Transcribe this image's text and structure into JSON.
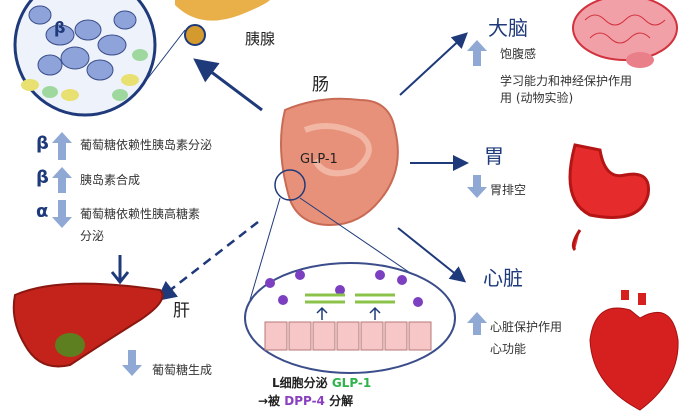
{
  "organs": {
    "pancreas": {
      "label": "胰腺"
    },
    "intestine": {
      "label": "肠",
      "hormone": "GLP-1"
    },
    "islet": {
      "cell_label": "β"
    },
    "brain": {
      "label": "大脑",
      "effects": [
        "饱腹感",
        "学习能力和神经保护作用",
        "用 (动物实验)"
      ]
    },
    "stomach": {
      "label": "胃",
      "effects": [
        "胃排空"
      ]
    },
    "heart": {
      "label": "心脏",
      "effects": [
        "心脏保护作用",
        "心功能"
      ]
    },
    "liver": {
      "label": "肝",
      "effects": [
        "葡萄糖生成"
      ]
    }
  },
  "pancreas_effects": [
    {
      "cell": "β",
      "direction": "up",
      "text": "葡萄糖依赖性胰岛素分泌"
    },
    {
      "cell": "β",
      "direction": "up",
      "text": "胰岛素合成"
    },
    {
      "cell": "α",
      "direction": "down",
      "text": "葡萄糖依赖性胰高糖素",
      "text2": "分泌"
    }
  ],
  "caption": {
    "line1_prefix": "L细胞分泌 ",
    "line1_hormone": "GLP-1",
    "line2_prefix": "→被 ",
    "line2_enzyme": "DPP-4",
    "line2_suffix": " 分解"
  },
  "colors": {
    "arrow_up_down": "#8fa8d4",
    "dark_blue": "#1f3a7a",
    "glp1_green": "#2db34a",
    "dpp4_purple": "#8a3fc0"
  }
}
